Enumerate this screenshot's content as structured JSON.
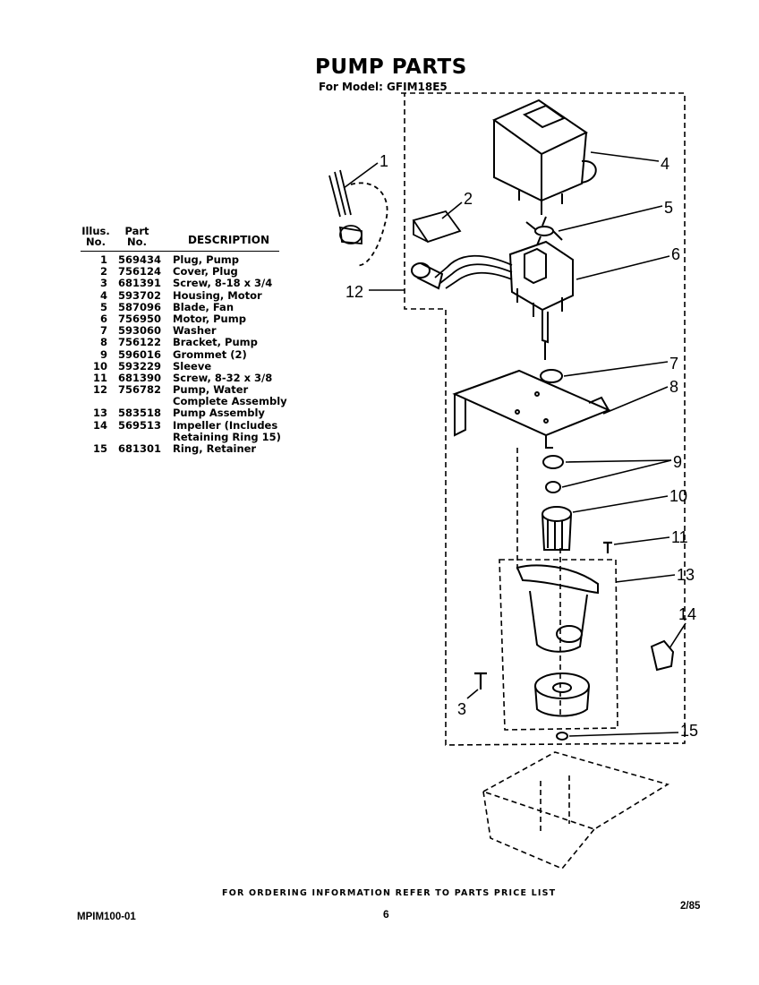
{
  "header": {
    "title": "PUMP PARTS",
    "model": "For Model: GFIM18E5"
  },
  "table": {
    "col_illus": "Illus.",
    "col_illus2": "No.",
    "col_part": "Part",
    "col_part2": "No.",
    "col_desc": "DESCRIPTION",
    "rows": [
      {
        "no": "1",
        "pn": "569434",
        "desc": "Plug, Pump"
      },
      {
        "no": "2",
        "pn": "756124",
        "desc": "Cover, Plug"
      },
      {
        "no": "3",
        "pn": "681391",
        "desc": "Screw, 8-18 x 3/4"
      },
      {
        "no": "4",
        "pn": "593702",
        "desc": "Housing, Motor"
      },
      {
        "no": "5",
        "pn": "587096",
        "desc": "Blade, Fan"
      },
      {
        "no": "6",
        "pn": "756950",
        "desc": "Motor, Pump"
      },
      {
        "no": "7",
        "pn": "593060",
        "desc": "Washer"
      },
      {
        "no": "8",
        "pn": "756122",
        "desc": "Bracket, Pump"
      },
      {
        "no": "9",
        "pn": "596016",
        "desc": "Grommet (2)"
      },
      {
        "no": "10",
        "pn": "593229",
        "desc": "Sleeve"
      },
      {
        "no": "11",
        "pn": "681390",
        "desc": "Screw, 8-32 x 3/8"
      },
      {
        "no": "12",
        "pn": "756782",
        "desc": "Pump, Water"
      },
      {
        "no": "",
        "pn": "",
        "desc": "Complete Assembly"
      },
      {
        "no": "13",
        "pn": "583518",
        "desc": "Pump Assembly"
      },
      {
        "no": "14",
        "pn": "569513",
        "desc": "Impeller (Includes"
      },
      {
        "no": "",
        "pn": "",
        "desc": "Retaining Ring 15)"
      },
      {
        "no": "15",
        "pn": "681301",
        "desc": "Ring, Retainer"
      }
    ]
  },
  "callouts": {
    "c1": "1",
    "c2": "2",
    "c3": "3",
    "c4": "4",
    "c5": "5",
    "c6": "6",
    "c7": "7",
    "c8": "8",
    "c9": "9",
    "c10": "10",
    "c11": "11",
    "c12": "12",
    "c13": "13",
    "c14": "14",
    "c15": "15"
  },
  "footer": {
    "ordering_note": "FOR ORDERING INFORMATION REFER TO PARTS PRICE LIST",
    "doc_id": "MPIM100-01",
    "page": "6",
    "date": "2/85"
  }
}
